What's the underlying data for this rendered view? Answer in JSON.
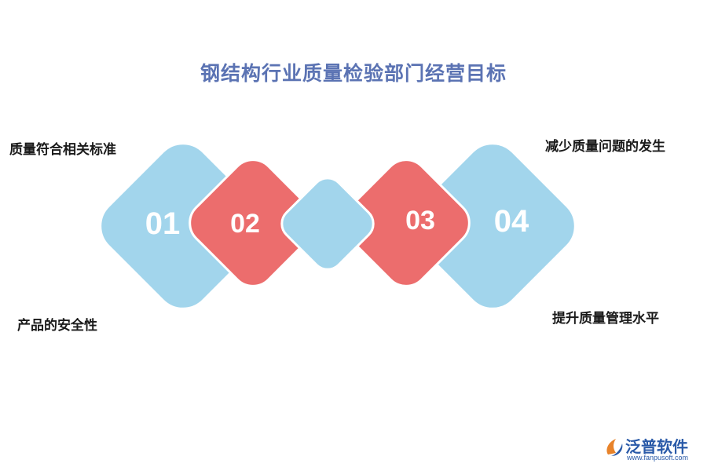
{
  "title": "钢结构行业质量检验部门经营目标",
  "items": [
    {
      "number": "01",
      "label": "质量符合相关标准"
    },
    {
      "number": "02",
      "label": "产品的安全性"
    },
    {
      "number": "03",
      "label": "减少质量问题的发生"
    },
    {
      "number": "04",
      "label": "提升质量管理水平"
    }
  ],
  "colors": {
    "blue": "#a2d5ec",
    "red": "#ec6d6d",
    "title": "#5b73b3",
    "stroke": "#ffffff"
  },
  "logo": {
    "brand": "泛普软件",
    "url": "www.fanpusoft.com"
  }
}
